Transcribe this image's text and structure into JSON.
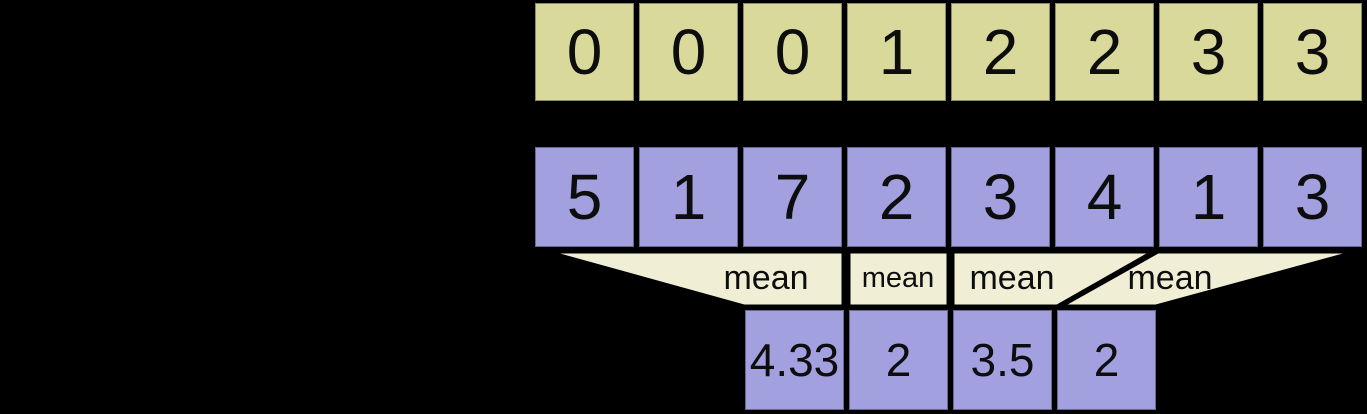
{
  "rows": {
    "segment_ids": {
      "cells": [
        "0",
        "0",
        "0",
        "1",
        "2",
        "2",
        "3",
        "3"
      ]
    },
    "data": {
      "cells": [
        "5",
        "1",
        "7",
        "2",
        "3",
        "4",
        "1",
        "3"
      ]
    },
    "output": {
      "cells": [
        "4.33",
        "2",
        "3.5",
        "2"
      ]
    }
  },
  "funnels": {
    "labels": [
      "mean",
      "mean",
      "mean",
      "mean"
    ]
  },
  "colors": {
    "background": "#000000",
    "segment_ids_fill": "#d9d99b",
    "data_fill": "#a3a0e0",
    "output_fill": "#a3a0e0",
    "funnel_fill": "#f0efd6",
    "stroke": "#000000",
    "text": "#0d0d0d"
  }
}
